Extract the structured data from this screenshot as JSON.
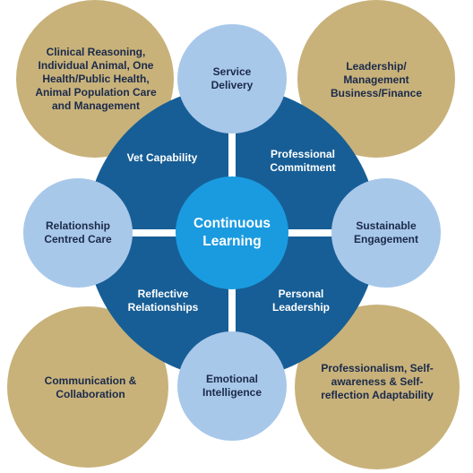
{
  "colors": {
    "gold": "#c8b27a",
    "ring": "#175e96",
    "light_blue": "#a8c8ea",
    "center": "#1a9be0",
    "text_dark": "#1b2a4a",
    "text_light": "#ffffff"
  },
  "center": {
    "label": "Continuous Learning"
  },
  "outer_circles": {
    "top_left": "Clinical Reasoning, Individual Animal, One Health/Public Health, Animal Population Care and Management",
    "top_right": "Leadership/ Management Business/Finance",
    "bottom_left": "Communication & Collaboration",
    "bottom_right": "Professionalism, Self-awareness & Self-reflection Adaptability"
  },
  "ring_nodes": {
    "top": "Service Delivery",
    "right": "Sustainable Engagement",
    "bottom": "Emotional Intelligence",
    "left": "Relationship Centred Care"
  },
  "quadrants": {
    "top_left": "Vet Capability",
    "top_right": "Professional Commitment",
    "bottom_left": "Reflective Relationships",
    "bottom_right": "Personal Leadership"
  }
}
